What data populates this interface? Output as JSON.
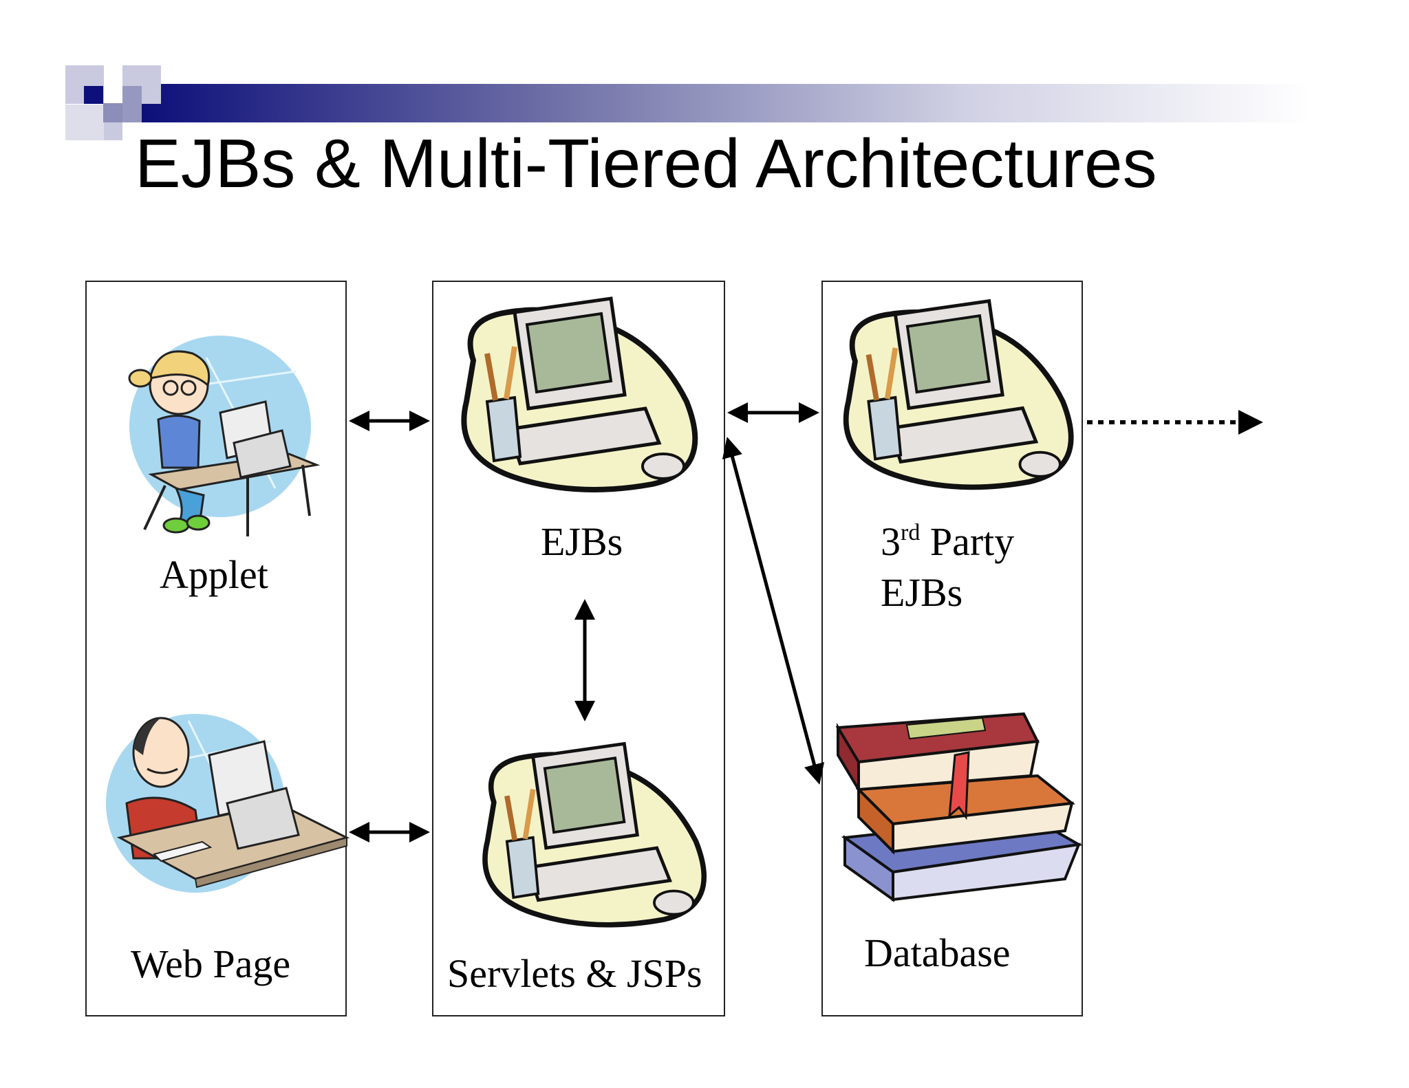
{
  "slide": {
    "title": "EJBs & Multi-Tiered Architectures"
  },
  "tiers": [
    {
      "id": "client",
      "nodes": [
        {
          "label": "Applet",
          "icon": "girl-at-computer-icon"
        },
        {
          "label": "Web Page",
          "icon": "man-at-computer-icon"
        }
      ]
    },
    {
      "id": "middle",
      "nodes": [
        {
          "label": "EJBs",
          "icon": "desktop-computer-icon"
        },
        {
          "label": "Servlets & JSPs",
          "icon": "desktop-computer-icon"
        }
      ]
    },
    {
      "id": "back",
      "nodes": [
        {
          "label_main": "3",
          "label_sup": "rd",
          "label_rest": " Party",
          "label_line2": "EJBs",
          "icon": "desktop-computer-icon"
        },
        {
          "label": "Database",
          "icon": "book-stack-icon"
        }
      ]
    }
  ],
  "colors": {
    "title_bar_dark": "#0d0f7a",
    "title_bar_light": "#ffffff",
    "blob": "#f4f3c8",
    "screen": "#a8b99a",
    "book_red": "#a8383e",
    "book_orange": "#d9773a",
    "book_blue": "#6e79c4"
  }
}
